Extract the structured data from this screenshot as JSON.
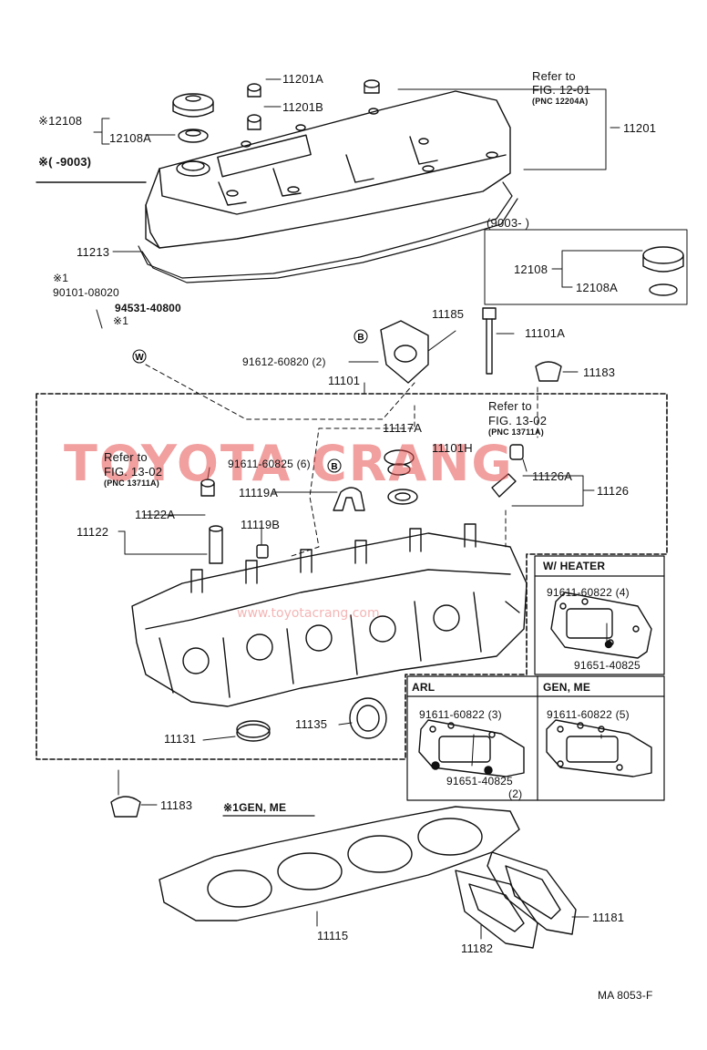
{
  "diagram": {
    "footer_code": "MA  8053-F",
    "watermark": {
      "main": "TOYOTA CRANG",
      "sub": "www.toyotacrang.com"
    },
    "refs": {
      "top_refer": "Refer to",
      "top_fig": "FIG. 12-01",
      "top_pnc": "(PNC 12204A)",
      "mid_refer": "Refer to",
      "mid_fig": "FIG. 13-02",
      "mid_pnc": "(PNC 13711A)",
      "left_refer": "Refer to",
      "left_fig": "FIG. 13-02",
      "left_pnc": "(PNC 13711A)"
    },
    "labels": {
      "p11201A": "11201A",
      "p11201B": "11201B",
      "p11201": "11201",
      "p12108_star": "※12108",
      "p12108A": "12108A",
      "date_left": "※(     -9003)",
      "date_right": "(9003-        )",
      "p12108_r": "12108",
      "p12108A_r": "12108A",
      "p11213": "11213",
      "star1": "※1",
      "p90101": "90101-08020",
      "star1b": "※1",
      "p94531": "94531-40800",
      "p11185": "11185",
      "p11101A": "11101A",
      "p91612": "91612-60820 (2)",
      "p11101": "11101",
      "p11183_top": "11183",
      "p11117A": "11117A",
      "p11101H": "11101H",
      "p91611_6": "91611-60825 (6)",
      "p11126A": "11126A",
      "p11126": "11126",
      "p11119A": "11119A",
      "p11122A": "11122A",
      "p11122": "11122",
      "p11119B": "11119B",
      "p11131": "11131",
      "p11135": "11135",
      "p11183_bot": "11183",
      "gen_me_note": "※1GEN, ME",
      "p11115": "11115",
      "p11181": "11181",
      "p11182": "11182"
    },
    "boxes": {
      "heater_title": "W/ HEATER",
      "heater_bolt": "91611-60822 (4)",
      "heater_nut": "91651-40825",
      "arl_title": "ARL",
      "arl_bolt": "91611-60822 (3)",
      "arl_nut": "91651-40825",
      "arl_nut_qty": "(2)",
      "genme_title": "GEN, ME",
      "genme_bolt": "91611-60822 (5)"
    },
    "circle_letters": {
      "b1": "B",
      "b2": "B",
      "w": "W"
    }
  }
}
